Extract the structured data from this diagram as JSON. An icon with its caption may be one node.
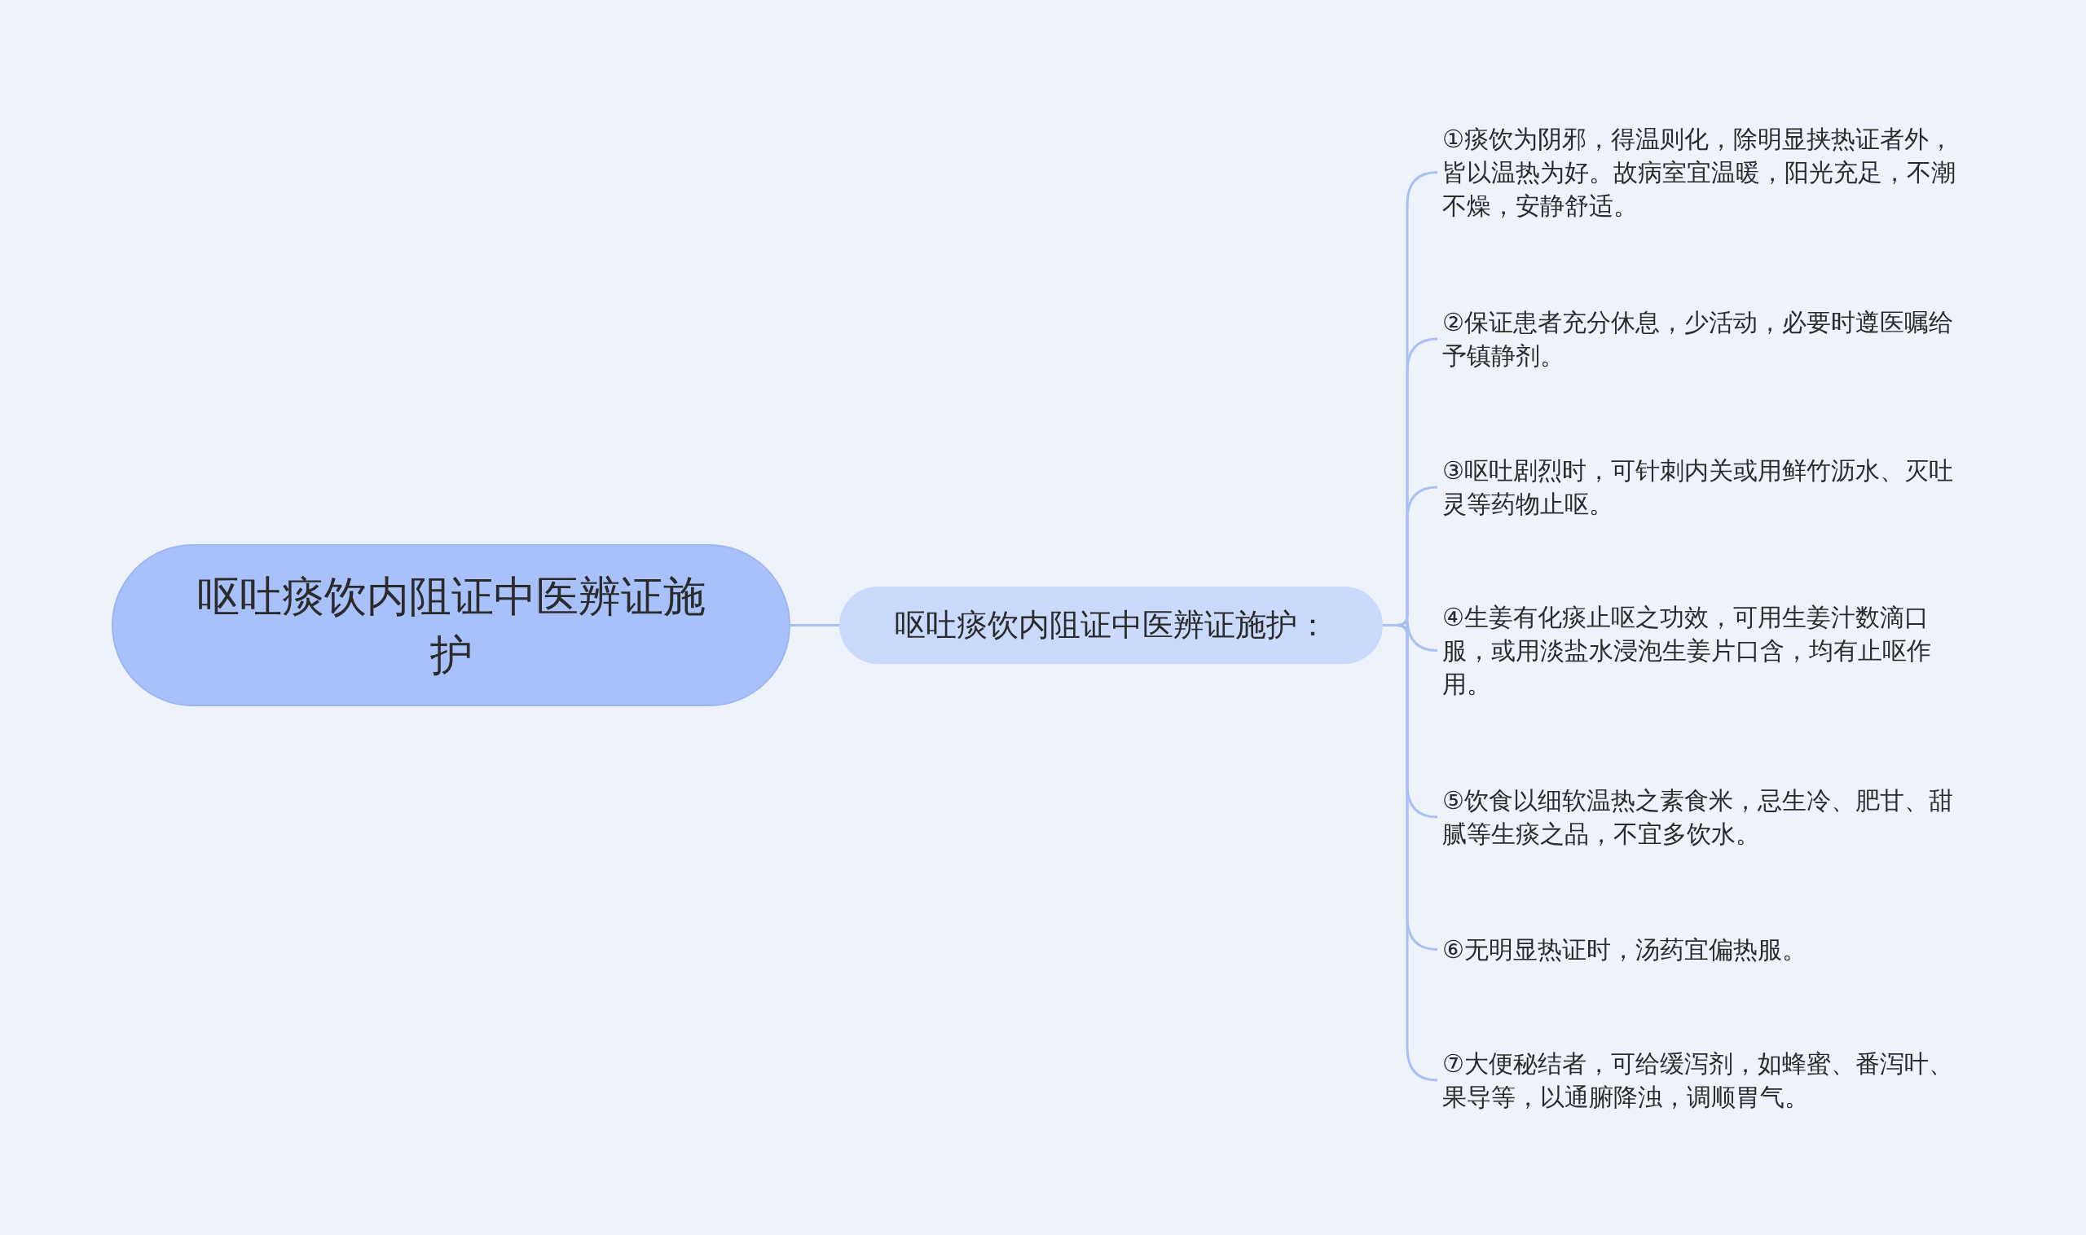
{
  "diagram": {
    "nodes": [
      {
        "text": [
          "呕吐痰饮内阻证中医辨证施护"
        ]
      },
      {
        "text": [
          "呕吐痰饮内阻证中医辨证施护："
        ]
      },
      {
        "text": [
          "①痰饮为阴邪，得温则化，除明显挟热证者外，皆以温热为好。故病室宜温暖，阳光充足，不潮不燥，安静舒适。"
        ]
      },
      {
        "text": [
          "②保证患者充分休息，少活动，必要时遵医嘱给予镇静剂。"
        ]
      },
      {
        "text": [
          "③呕吐剧烈时，可针刺内关或用鲜竹沥水、灭吐灵等药物止呕。"
        ]
      },
      {
        "text": [
          "④生姜有化痰止呕之功效，可用生姜汁数滴口服，或用淡盐水浸泡生姜片口含，均有止呕作用。"
        ]
      },
      {
        "text": [
          "⑤饮食以细软温热之素食米，忌生冷、肥甘、甜腻等生痰之品，不宜多饮水。"
        ]
      },
      {
        "text": [
          "⑥无明显热证时，汤药宜偏热服。"
        ]
      },
      {
        "text": [
          "⑦大便秘结者，可给缓泻剂，如蜂蜜、番泻叶、果导等，以通腑降浊，调顺胃气。"
        ]
      }
    ],
    "edges": [
      {
        "from": 0,
        "to": 1,
        "arrow": "none"
      },
      {
        "from": 1,
        "to": 2,
        "arrow": "none"
      },
      {
        "from": 1,
        "to": 3,
        "arrow": "none"
      },
      {
        "from": 1,
        "to": 4,
        "arrow": "none"
      },
      {
        "from": 1,
        "to": 5,
        "arrow": "none"
      },
      {
        "from": 1,
        "to": 6,
        "arrow": "none"
      },
      {
        "from": 1,
        "to": 7,
        "arrow": "none"
      },
      {
        "from": 1,
        "to": 8,
        "arrow": "none"
      }
    ]
  }
}
